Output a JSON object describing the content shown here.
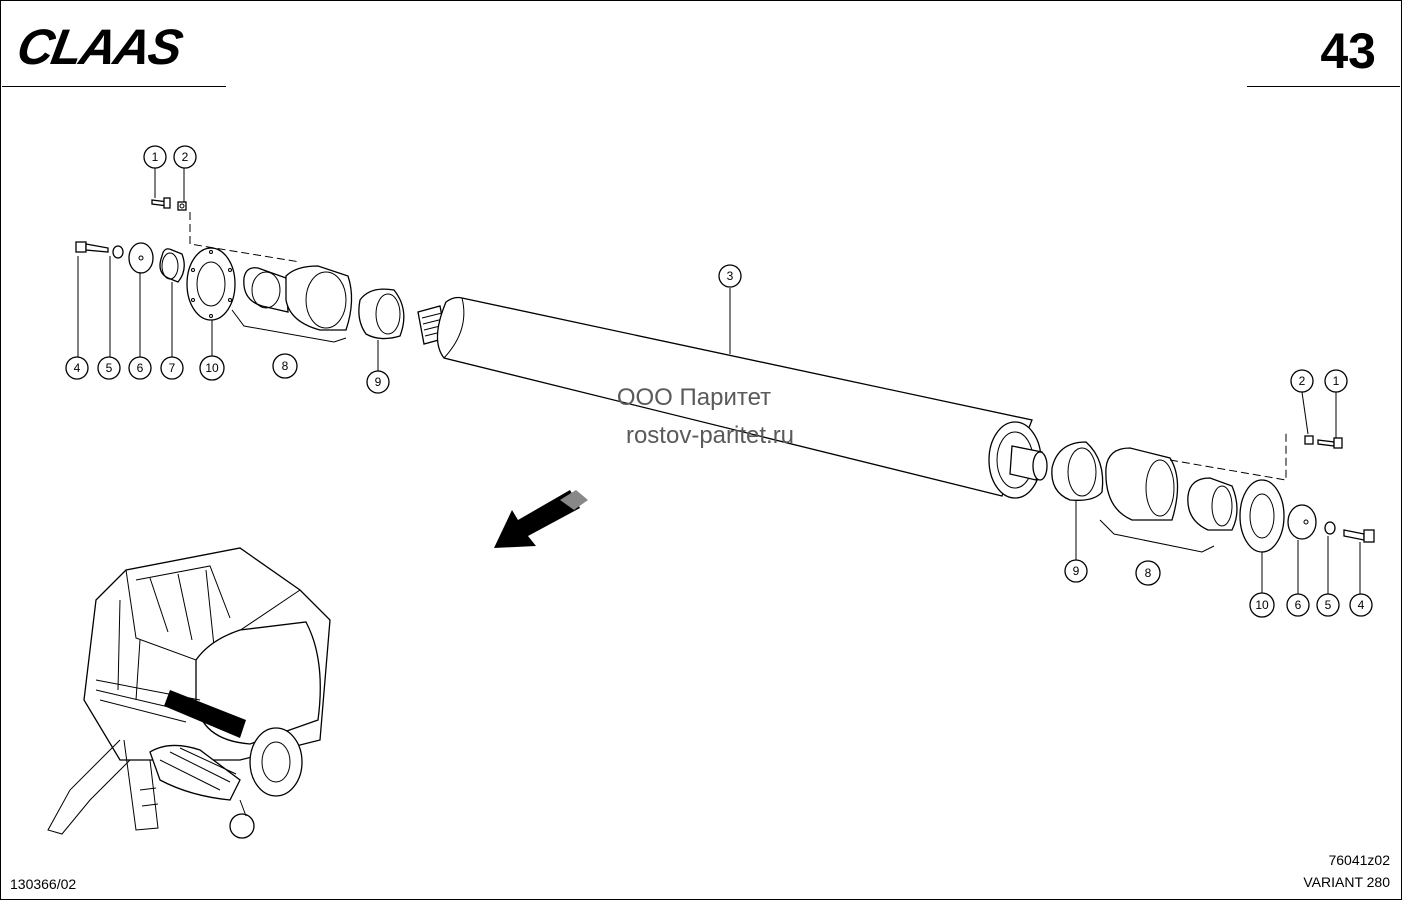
{
  "header": {
    "brand_logo": "CLAAS",
    "page_number": "43"
  },
  "watermark": {
    "line1": "ООО Паритет",
    "line2": "rostov-paritet.ru"
  },
  "footer": {
    "reference_code": "130366/02",
    "drawing_code": "76041z02",
    "model": "VARIANT 280"
  },
  "callouts": {
    "left": [
      "1",
      "2",
      "4",
      "5",
      "6",
      "7",
      "10",
      "8",
      "9"
    ],
    "center": [
      "3"
    ],
    "right": [
      "2",
      "1",
      "9",
      "8",
      "10",
      "6",
      "5",
      "4"
    ]
  },
  "icons": {
    "direction": "arrow-down-left-icon",
    "machine": "round-baler-overview-icon"
  }
}
